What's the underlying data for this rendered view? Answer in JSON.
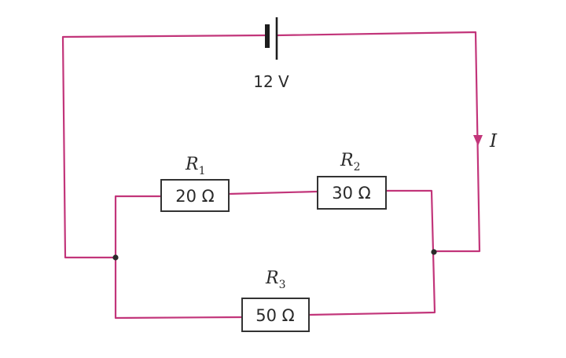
{
  "colors": {
    "wire": "#c2357a",
    "ink": "#2a2a2a",
    "box": "#333333"
  },
  "battery": {
    "voltage_label": "12 V"
  },
  "current": {
    "label": "I"
  },
  "resistors": [
    {
      "label": "R",
      "subscript": "1",
      "value": "20 Ω"
    },
    {
      "label": "R",
      "subscript": "2",
      "value": "30 Ω"
    },
    {
      "label": "R",
      "subscript": "3",
      "value": "50 Ω"
    }
  ]
}
